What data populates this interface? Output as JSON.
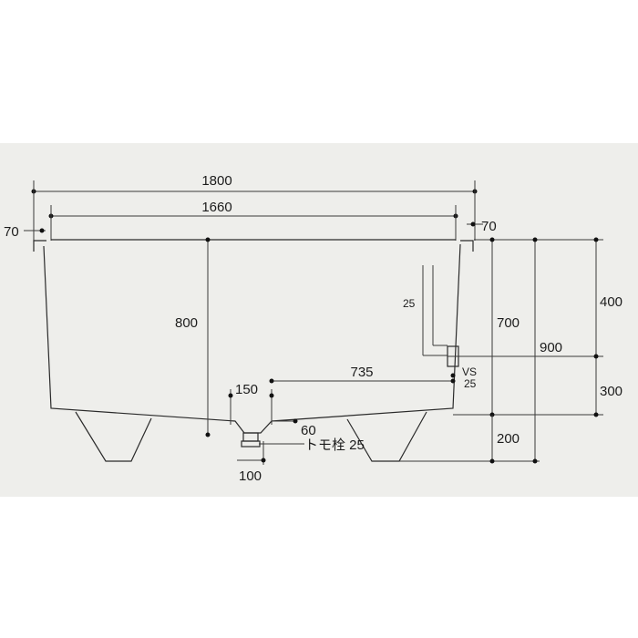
{
  "diagram": {
    "colors": {
      "panel_background": "#eeeeeb",
      "page_background": "#ffffff",
      "line": "#2a2a2a",
      "text": "#1c1c1c"
    },
    "dimensions": {
      "overall_width": "1800",
      "inner_width": "1660",
      "left_rim": "70",
      "right_rim": "70",
      "inner_depth": "800",
      "drain_distance": "735",
      "drain_pit_width": "150",
      "drain_pit_depth": "60",
      "drain_offset": "100",
      "overflow_pipe": "25",
      "height_700": "700",
      "height_900": "900",
      "height_400": "400",
      "height_300": "300",
      "base_200": "200"
    },
    "labels": {
      "overflow_vs": "VS",
      "overflow_size": "25",
      "drain_plug": "トモ栓 25"
    }
  }
}
